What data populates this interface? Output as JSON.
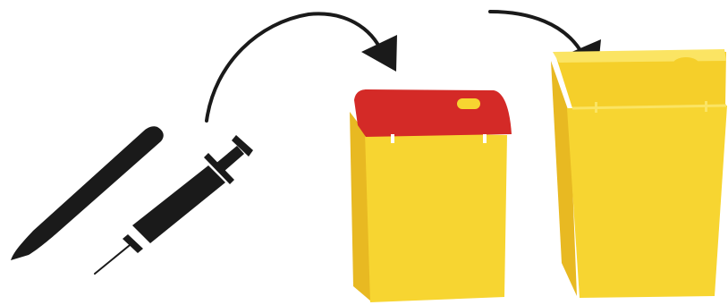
{
  "diagram": {
    "items": [
      {
        "icon": "scalpel-icon"
      },
      {
        "icon": "syringe-icon"
      }
    ],
    "containers": [
      {
        "icon": "sharps-container-closed-icon",
        "lid_color": "#d42a27",
        "body_color": "#f7d531"
      },
      {
        "icon": "sharps-container-open-icon",
        "body_color": "#f7d531"
      }
    ],
    "arrows": [
      {
        "icon": "curved-arrow-icon",
        "from": "sharps",
        "to": "sharps-container-closed"
      },
      {
        "icon": "curved-arrow-icon",
        "from": "sharps-container-closed",
        "to": "sharps-container-open"
      }
    ],
    "colors": {
      "ink": "#1a1a1a",
      "yellow": "#f7d531",
      "yellow_shade": "#e8b922",
      "yellow_light": "#fbe463",
      "red": "#d42a27",
      "red_highlight": "#f7d531"
    }
  }
}
